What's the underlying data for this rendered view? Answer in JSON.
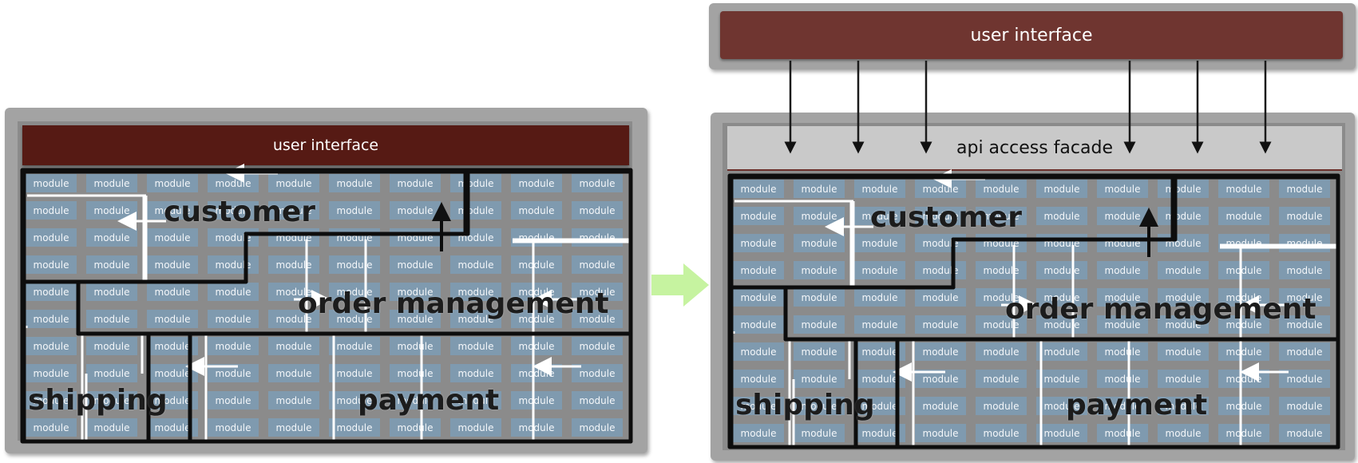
{
  "left_panel": {
    "user_interface_label": "user interface",
    "module_label": "module",
    "domains": {
      "customer": "customer",
      "order_management": "order management",
      "shipping": "shipping",
      "payment": "payment"
    }
  },
  "right_panel": {
    "user_interface_label": "user interface",
    "api_facade_label": "api access facade",
    "module_label": "module",
    "domains": {
      "customer": "customer",
      "order_management": "order management",
      "shipping": "shipping",
      "payment": "payment"
    }
  },
  "transition_arrow": {
    "icon": "right-arrow-icon",
    "color": "#c6f3a0"
  },
  "colors": {
    "ui_bar_left": "#561a14",
    "ui_bar_right": "#6f3530",
    "module": "#7f9aaf",
    "frame": "#a3a3a3"
  }
}
